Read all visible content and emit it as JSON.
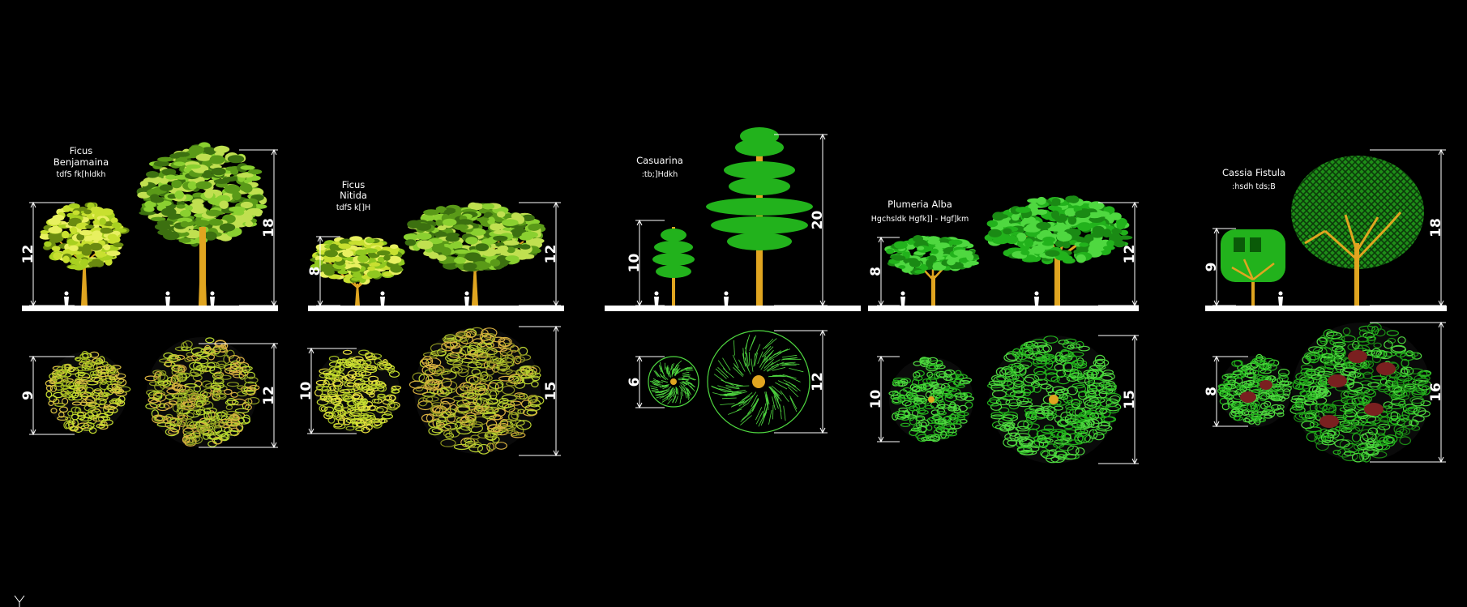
{
  "colors": {
    "background": "#000000",
    "ground": "#ffffff",
    "trunk": "#e0a520",
    "ficus_light": "#c8e030",
    "ficus_dark": "#6a8a10",
    "green": "#22b21c",
    "green_light": "#4fd840",
    "cassia_dark": "#7a2020"
  },
  "plants": [
    {
      "id": "ficus-benjamaina",
      "name": "Ficus Benjamaina",
      "name_lines": [
        "Ficus",
        "Benjamaina"
      ],
      "local_name": "tdfS fk[hldkh",
      "elevation_dims": [
        "12",
        "18"
      ],
      "plan_dims": [
        "9",
        "12"
      ]
    },
    {
      "id": "ficus-nitida",
      "name": "Ficus Nitida",
      "name_lines": [
        "Ficus",
        "Nitida"
      ],
      "local_name": "tdfS k[]H",
      "elevation_dims": [
        "8",
        "12"
      ],
      "plan_dims": [
        "10",
        "15"
      ]
    },
    {
      "id": "casuarina",
      "name": "Casuarina",
      "name_lines": [
        "Casuarina"
      ],
      "local_name": ":tb;]Hdkh",
      "elevation_dims": [
        "10",
        "20"
      ],
      "plan_dims": [
        "6",
        "12"
      ]
    },
    {
      "id": "plumeria-alba",
      "name": "Plumeria Alba",
      "name_lines": [
        "Plumeria Alba"
      ],
      "local_name": "Hgchsldk Hgfk]] -   Hgf]km",
      "elevation_dims": [
        "8",
        "12"
      ],
      "plan_dims": [
        "10",
        "15"
      ]
    },
    {
      "id": "cassia-fistula",
      "name": "Cassia Fistula",
      "name_lines": [
        "Cassia Fistula"
      ],
      "local_name": ":hsdh tds;B",
      "elevation_dims": [
        "9",
        "18"
      ],
      "plan_dims": [
        "8",
        "16"
      ]
    }
  ],
  "ucs_icon": "ucs-y-axis-icon",
  "ucs_label": "Y"
}
